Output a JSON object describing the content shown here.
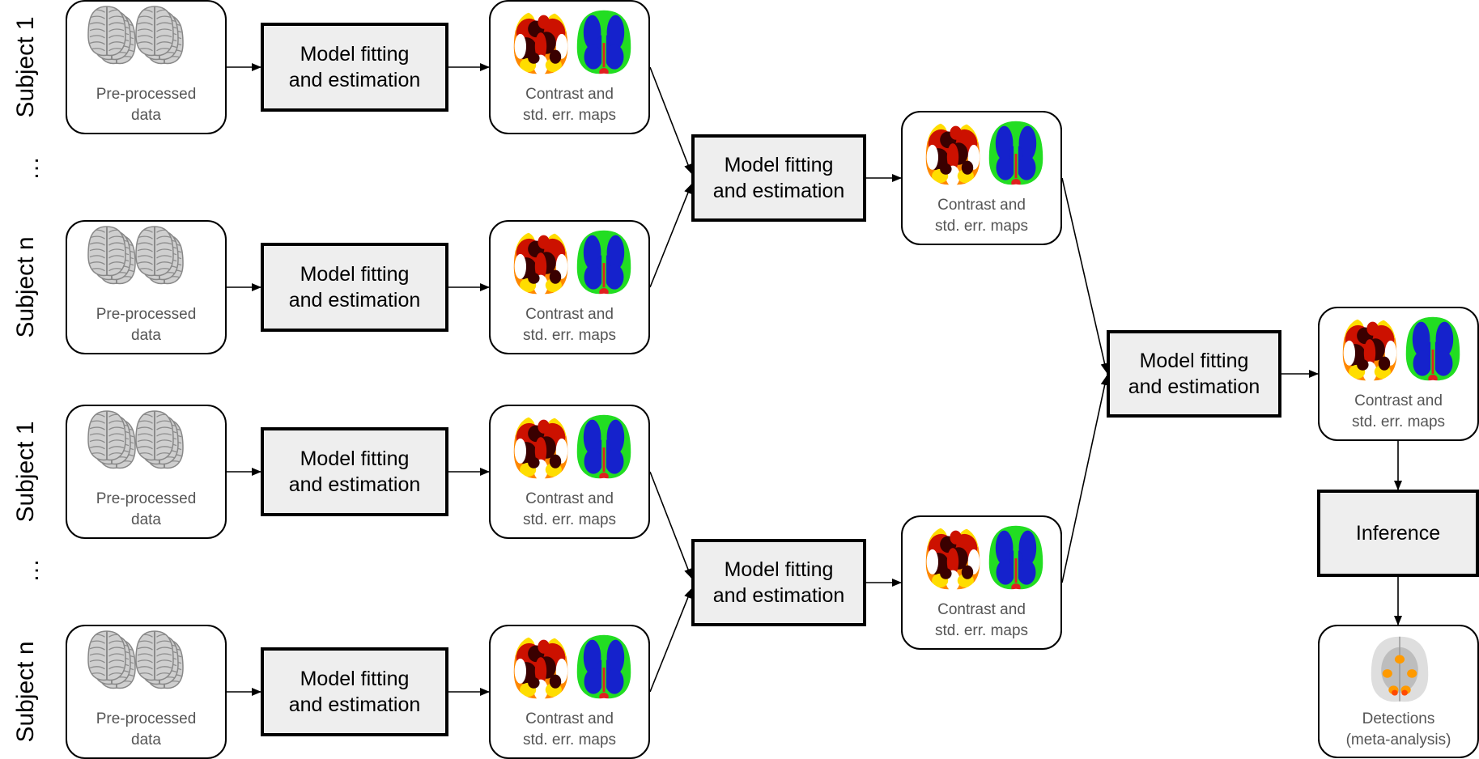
{
  "labels": {
    "subject_1": "Subject 1",
    "subject_n": "Subject n",
    "ellipsis": "…"
  },
  "captions": {
    "preprocessed": [
      "Pre-processed",
      "data"
    ],
    "contrast": [
      "Contrast and",
      "std. err. maps"
    ],
    "detections": [
      "Detections",
      "(meta-analysis)"
    ]
  },
  "process": {
    "fit": [
      "Model fitting",
      "and estimation"
    ],
    "inference": "Inference"
  },
  "colors": {
    "process_fill": "#eeeeee",
    "stroke": "#000000",
    "caption": "#555555",
    "heat": [
      "#ffffff",
      "#ffdd00",
      "#ff8800",
      "#cc1100",
      "#3a0000"
    ],
    "stderr": [
      "#22dd22",
      "#1522cc",
      "#e02020"
    ]
  },
  "icons": {
    "data": "brain-stack-icon",
    "contrast": "heat-map-brain-icon",
    "stderr": "stderr-map-brain-icon",
    "detections": "activation-brain-icon"
  }
}
